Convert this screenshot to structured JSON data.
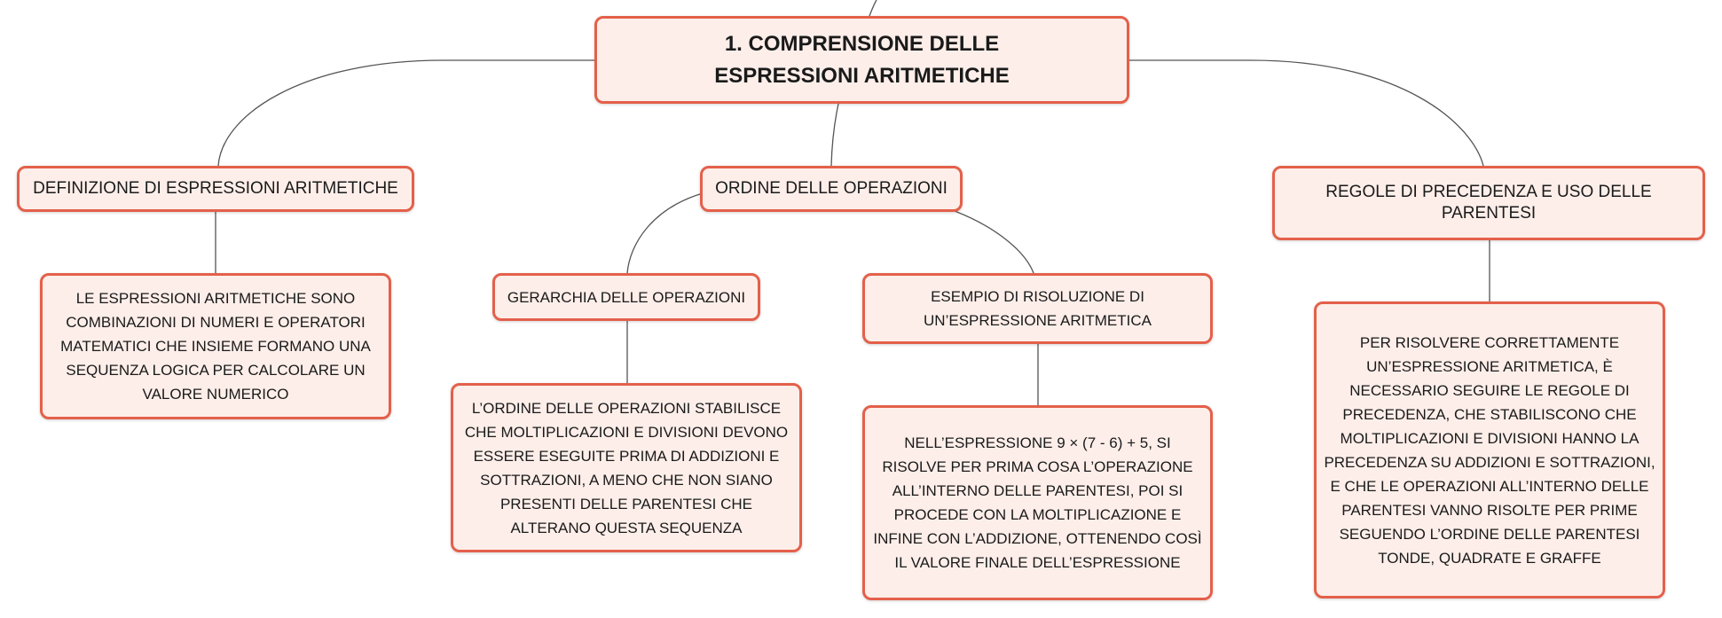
{
  "colors": {
    "node_border": "#e4604a",
    "node_fill": "#fdeee9",
    "connector": "#555555"
  },
  "nodes": {
    "root": "1. COMPRENSIONE DELLE ESPRESSIONI ARITMETICHE",
    "definizione": "DEFINIZIONE DI ESPRESSIONI ARITMETICHE",
    "ordine": "ORDINE DELLE OPERAZIONI",
    "regole": "REGOLE DI PRECEDENZA E USO DELLE PARENTESI",
    "definizione_testo": "LE ESPRESSIONI ARITMETICHE SONO COMBINAZIONI DI NUMERI E OPERATORI MATEMATICI CHE INSIEME FORMANO UNA SEQUENZA LOGICA PER CALCOLARE UN VALORE NUMERICO",
    "gerarchia": "GERARCHIA DELLE OPERAZIONI",
    "gerarchia_testo": "L’ORDINE DELLE OPERAZIONI STABILISCE CHE MOLTIPLICAZIONI E DIVISIONI DEVONO ESSERE ESEGUITE PRIMA DI ADDIZIONI E SOTTRAZIONI, A MENO CHE NON SIANO PRESENTI DELLE PARENTESI CHE ALTERANO QUESTA SEQUENZA",
    "esempio": "ESEMPIO DI RISOLUZIONE DI UN’ESPRESSIONE ARITMETICA",
    "esempio_testo": "NELL’ESPRESSIONE 9 × (7 - 6) + 5, SI RISOLVE PER PRIMA COSA L’OPERAZIONE ALL’INTERNO DELLE PARENTESI, POI SI PROCEDE CON LA MOLTIPLICAZIONE E INFINE CON L’ADDIZIONE, OTTENENDO COSÌ IL VALORE FINALE DELL’ESPRESSIONE",
    "regole_testo": "PER RISOLVERE CORRETTAMENTE UN’ESPRESSIONE ARITMETICA, È NECESSARIO SEGUIRE LE REGOLE DI PRECEDENZA, CHE STABILISCONO CHE MOLTIPLICAZIONI E DIVISIONI HANNO LA PRECEDENZA SU ADDIZIONI E SOTTRAZIONI, E CHE LE OPERAZIONI ALL’INTERNO DELLE PARENTESI VANNO RISOLTE PER PRIME SEGUENDO L’ORDINE DELLE PARENTESI TONDE, QUADRATE E GRAFFE"
  }
}
